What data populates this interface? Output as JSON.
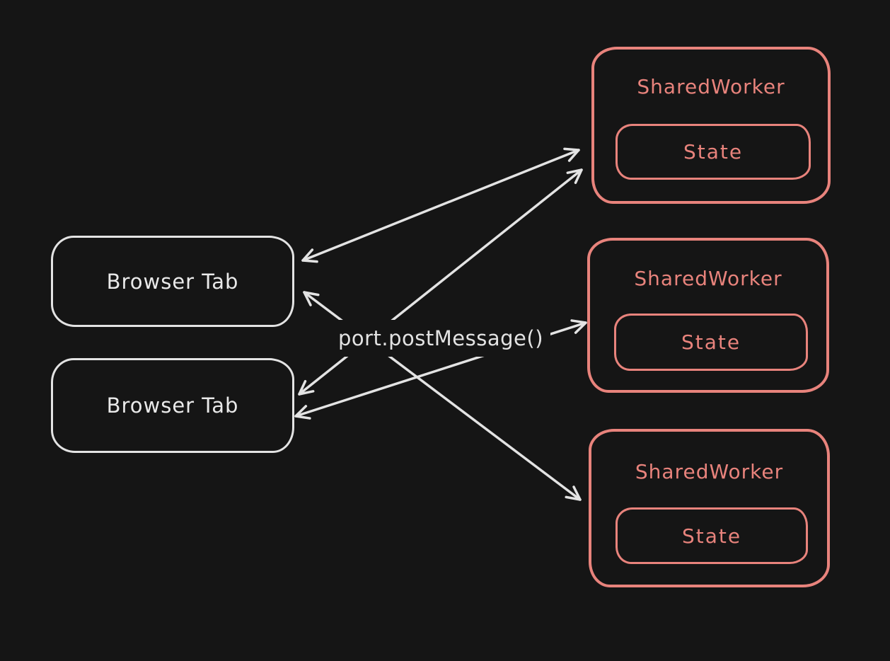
{
  "colors": {
    "background": "#151515",
    "primary_stroke": "#e3e3e3",
    "accent_stroke": "#e8837c"
  },
  "center_label": "port.postMessage()",
  "browser_tabs": [
    {
      "label": "Browser Tab"
    },
    {
      "label": "Browser Tab"
    }
  ],
  "shared_workers": [
    {
      "title": "SharedWorker",
      "state_label": "State"
    },
    {
      "title": "SharedWorker",
      "state_label": "State"
    },
    {
      "title": "SharedWorker",
      "state_label": "State"
    }
  ]
}
